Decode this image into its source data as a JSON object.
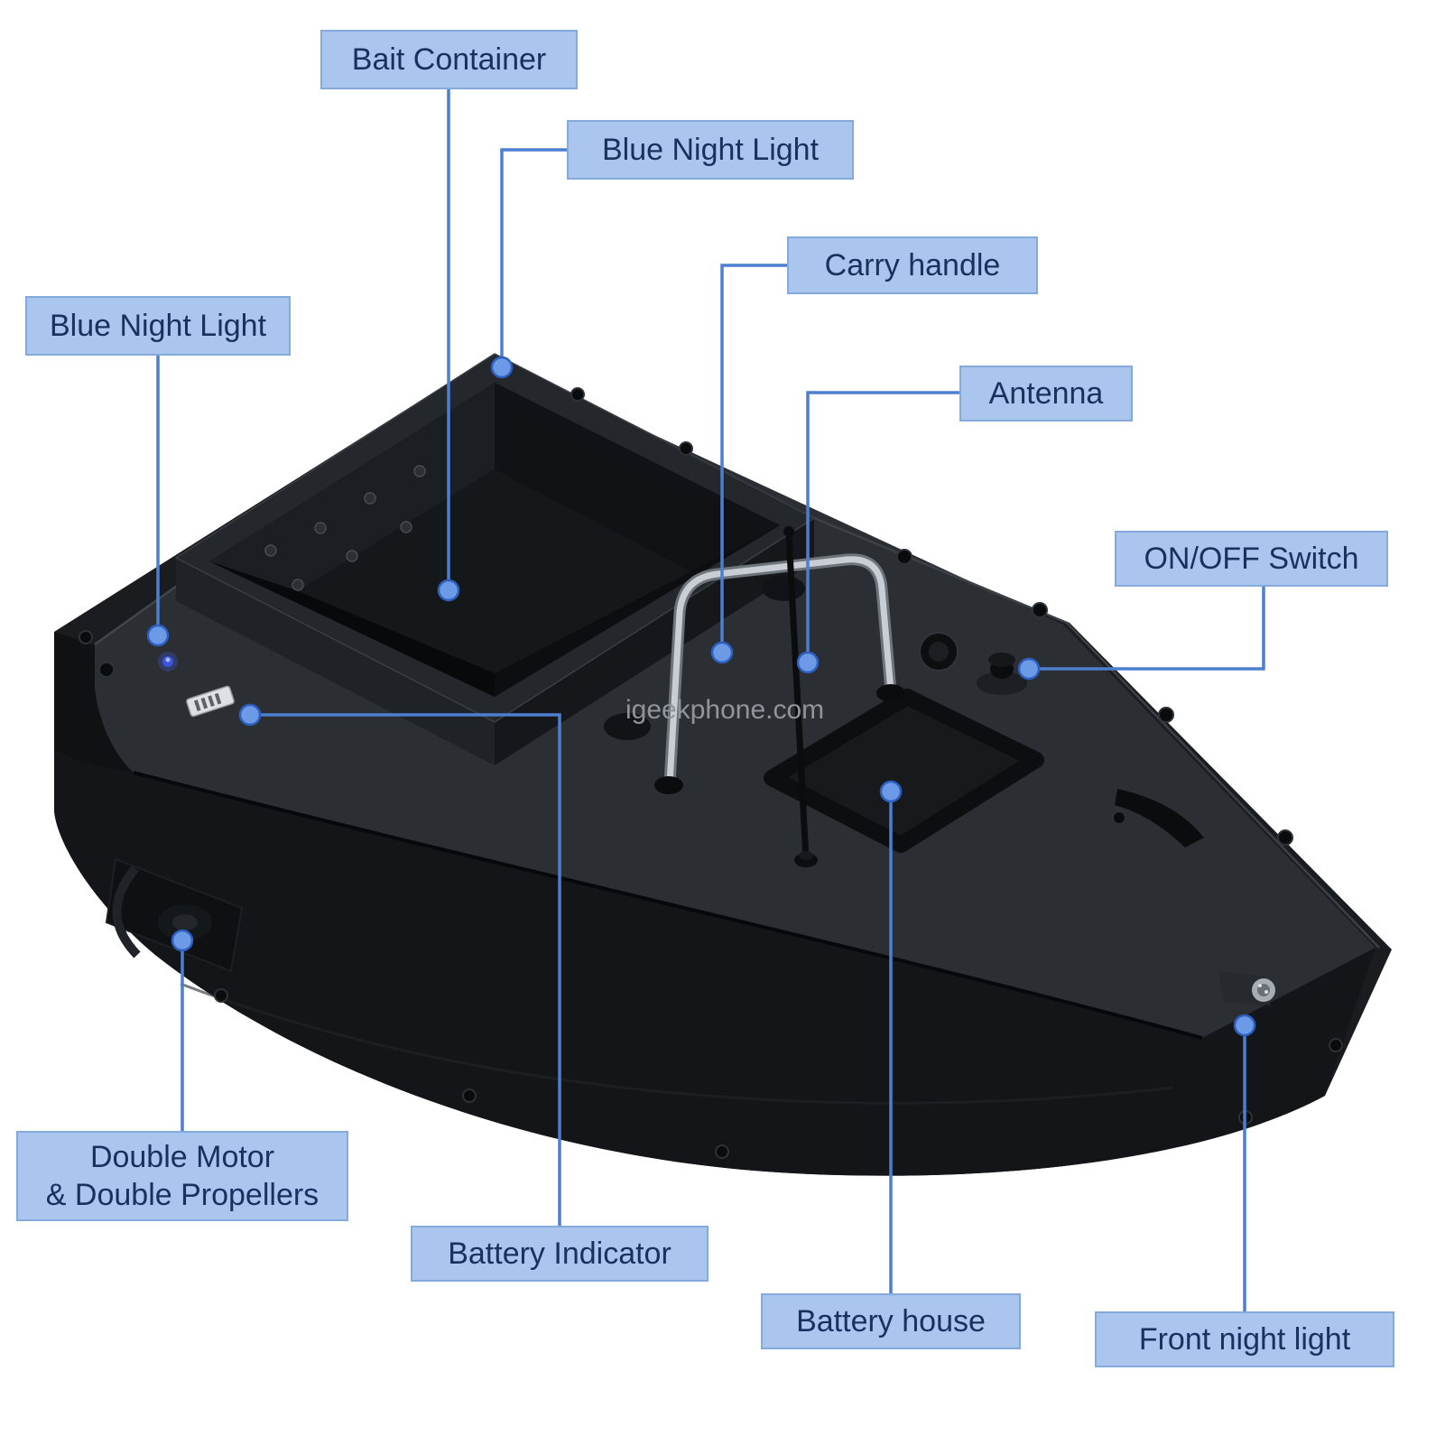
{
  "page": {
    "watermark": "igeekphone.com"
  },
  "colors": {
    "background": "#ffffff",
    "label_background": "#abc6ee",
    "label_border": "#84a9dd",
    "label_text": "#17325f",
    "leader_line": "#4d7fd0",
    "callout_dot": "#6d9ae6",
    "boat_body": "#1a1c1f",
    "handle_chrome": "#c9ced4",
    "night_light_blue": "#3b55d8"
  },
  "labels": [
    {
      "id": "bait-container",
      "text": "Bait Container"
    },
    {
      "id": "blue-night-light-top",
      "text": "Blue Night Light"
    },
    {
      "id": "carry-handle",
      "text": "Carry handle"
    },
    {
      "id": "antenna",
      "text": "Antenna"
    },
    {
      "id": "on-off-switch",
      "text": "ON/OFF Switch"
    },
    {
      "id": "blue-night-light-left",
      "text": "Blue Night Light"
    },
    {
      "id": "double-motor",
      "text": "Double Motor\n& Double Propellers"
    },
    {
      "id": "battery-indicator",
      "text": "Battery Indicator"
    },
    {
      "id": "battery-house",
      "text": "Battery house"
    },
    {
      "id": "front-night-light",
      "text": "Front night light"
    }
  ]
}
